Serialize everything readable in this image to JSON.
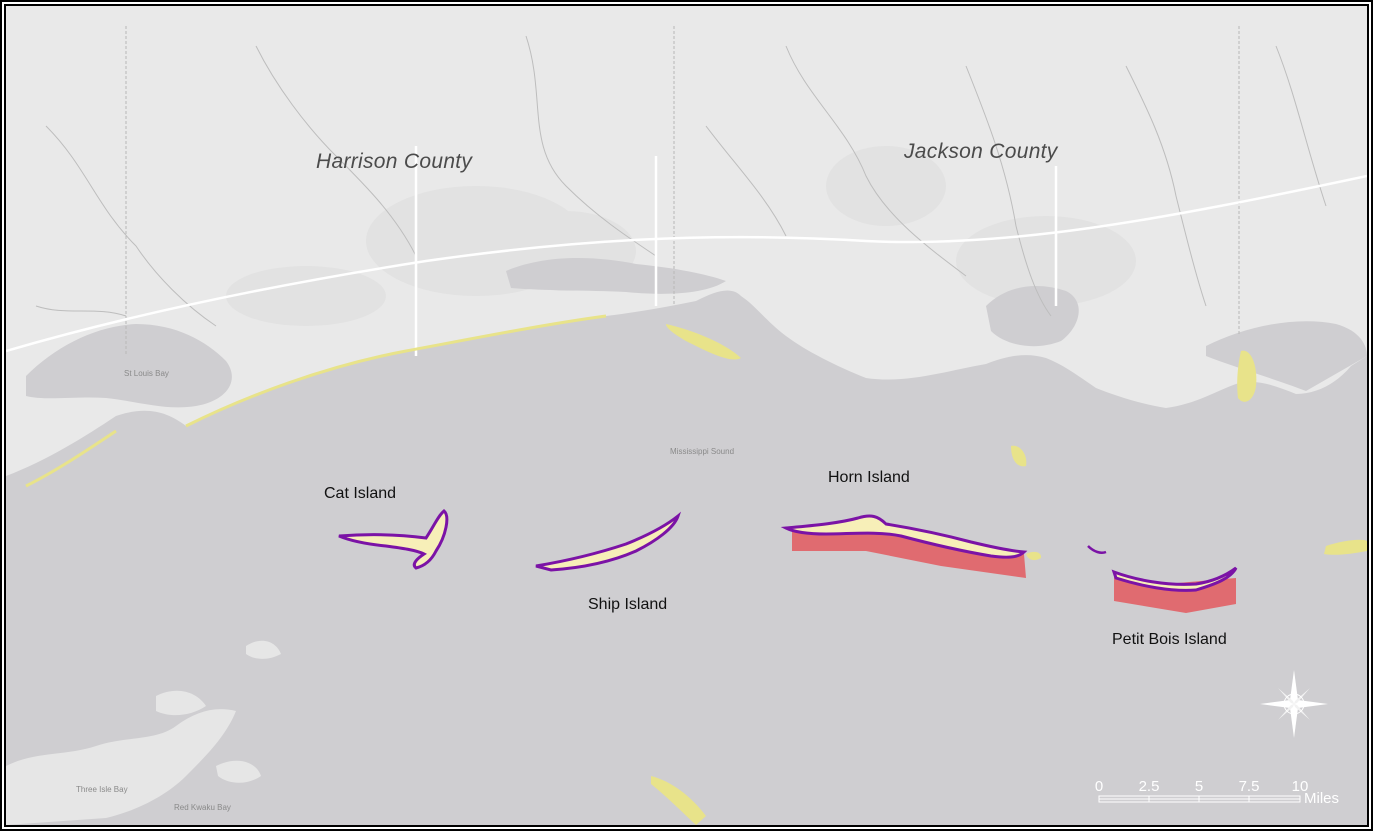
{
  "map": {
    "counties": [
      {
        "id": "harrison",
        "label": "Harrison County"
      },
      {
        "id": "jackson",
        "label": "Jackson County"
      }
    ],
    "water_labels": {
      "st_louis_bay": "St Louis Bay",
      "mississippi_sound": "Mississippi Sound",
      "three_isle_bay": "Three Isle Bay",
      "red_kwaku": "Red Kwaku Bay"
    },
    "islands": [
      {
        "id": "cat",
        "label": "Cat Island"
      },
      {
        "id": "ship",
        "label": "Ship Island"
      },
      {
        "id": "horn",
        "label": "Horn Island"
      },
      {
        "id": "petit-bois",
        "label": "Petit Bois Island"
      }
    ],
    "scale_bar": {
      "ticks": [
        "0",
        "2.5",
        "5",
        "7.5",
        "10"
      ],
      "unit": "Miles"
    },
    "colors": {
      "land": "#e9e9e9",
      "water": "#cfced1",
      "shoal": "#e8e38a",
      "island_outline": "#7b13a6",
      "island_fill": "#f7efb8",
      "erosion_zone": "#e06b70"
    },
    "compass": "compass-rose-icon"
  }
}
